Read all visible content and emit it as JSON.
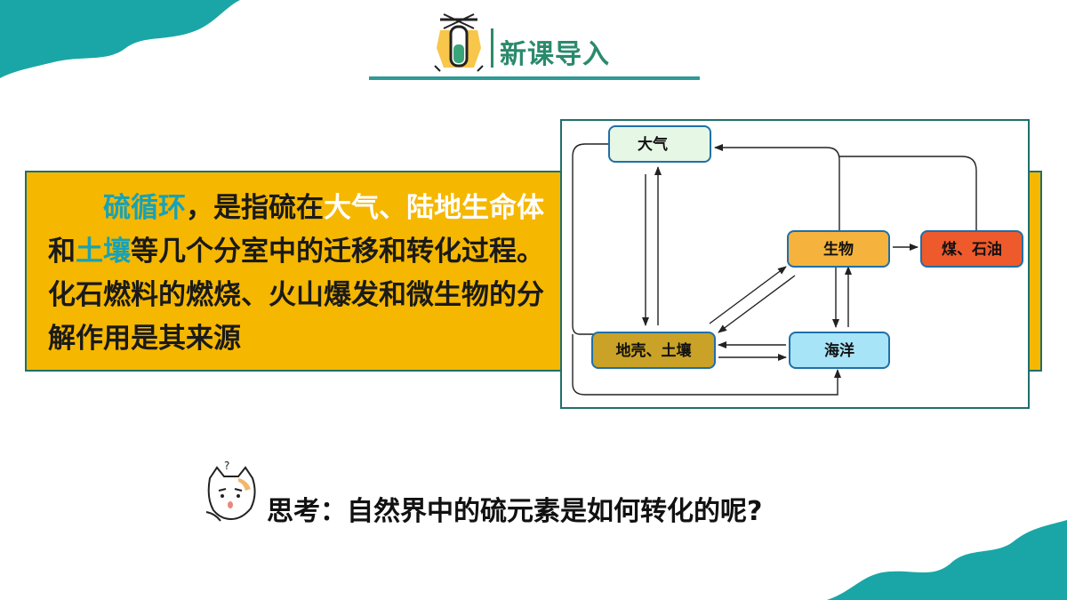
{
  "header": {
    "title": "新课导入",
    "icon": "test-tube-icon"
  },
  "intro": {
    "part1": "硫循环",
    "part2": "，是指硫在",
    "part3": "大气、陆地生命体",
    "part4": "和",
    "part5": "土壤",
    "part6": "等几个分室中的迁移和转化过程。化石燃料的燃烧、火山爆发和微生物的分解作用是其来源"
  },
  "diagram": {
    "nodes": {
      "atmosphere": "大气",
      "organisms": "生物",
      "coal_oil": "煤、石油",
      "crust_soil": "地壳、土壤",
      "ocean": "海洋"
    }
  },
  "question": {
    "text": "思考：自然界中的硫元素是如何转化的呢?",
    "icon": "thinking-cat-icon"
  },
  "colors": {
    "teal": "#17a2b8",
    "accent_green": "#2a8a6c",
    "box_yellow": "#f5b700",
    "node_atmosphere": "#e6f7e6",
    "node_organisms": "#f5b33d",
    "node_coal_oil": "#ee5a2c",
    "node_crust_soil": "#c9a227",
    "node_ocean": "#a8e4f7"
  }
}
